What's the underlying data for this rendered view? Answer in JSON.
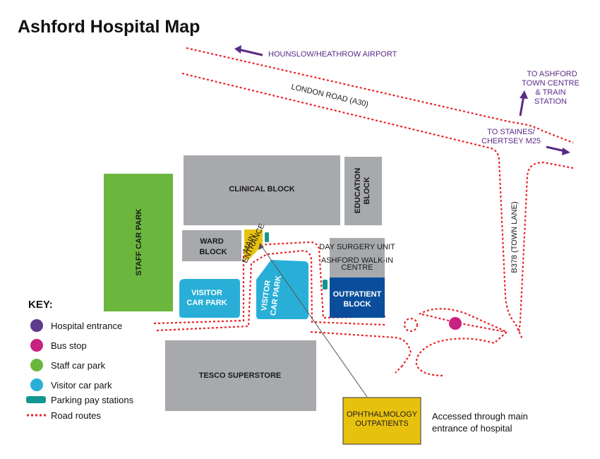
{
  "title": "Ashford Hospital Map",
  "roads": {
    "london_road": "LONDON ROAD (A30)",
    "town_lane": "B378 (TOWN LANE)"
  },
  "directions": {
    "hounslow": "HOUNSLOW/HEATHROW AIRPORT",
    "ashford_line1": "TO ASHFORD",
    "ashford_line2": "TOWN CENTRE",
    "ashford_line3": "& TRAIN",
    "ashford_line4": "STATION",
    "staines_line1": "TO STAINES/",
    "staines_line2": "CHERTSEY M25"
  },
  "buildings": {
    "clinical": "CLINICAL BLOCK",
    "education_line1": "EDUCATION",
    "education_line2": "BLOCK",
    "ward_line1": "WARD",
    "ward_line2": "BLOCK",
    "main_entrance_line1": "MAIN",
    "main_entrance_line2": "ENTRANCE",
    "day_surgery": "DAY SURGERY UNIT",
    "walkin_line1": "ASHFORD WALK-IN",
    "walkin_line2": "CENTRE",
    "outpatient_line1": "OUTPATIENT",
    "outpatient_line2": "BLOCK",
    "tesco": "TESCO SUPERSTORE",
    "staff_car_park": "STAFF CAR PARK",
    "visitor_car_park_1_line1": "VISITOR",
    "visitor_car_park_1_line2": "CAR PARK",
    "visitor_car_park_2_line1": "VISITOR",
    "visitor_car_park_2_line2": "CAR PARK",
    "ophthalmology_line1": "OPHTHALMOLOGY",
    "ophthalmology_line2": "OUTPATIENTS"
  },
  "note": {
    "line1": "Accessed through main",
    "line2": "entrance of hospital"
  },
  "key": {
    "heading": "KEY:",
    "items": [
      {
        "label": "Hospital entrance",
        "color": "#5e3a8c",
        "shape": "circle"
      },
      {
        "label": "Bus stop",
        "color": "#c8217f",
        "shape": "circle"
      },
      {
        "label": "Staff car park",
        "color": "#6bb73e",
        "shape": "circle"
      },
      {
        "label": "Visitor car park",
        "color": "#29afd7",
        "shape": "circle"
      },
      {
        "label": "Parking pay stations",
        "color": "#13978f",
        "shape": "pill"
      },
      {
        "label": "Road routes",
        "color": "#e8262b",
        "shape": "dash"
      }
    ]
  },
  "colors": {
    "grey_building": "#a7a9ac",
    "staff_green": "#6bb73e",
    "visitor_blue": "#29afd7",
    "outpatient_navy": "#0a4e9b",
    "yellow": "#e8c10f",
    "road_red": "#e8262b",
    "purple": "#5b2a86",
    "pay_station_teal": "#13978f",
    "bus_stop_pink": "#c8217f"
  }
}
